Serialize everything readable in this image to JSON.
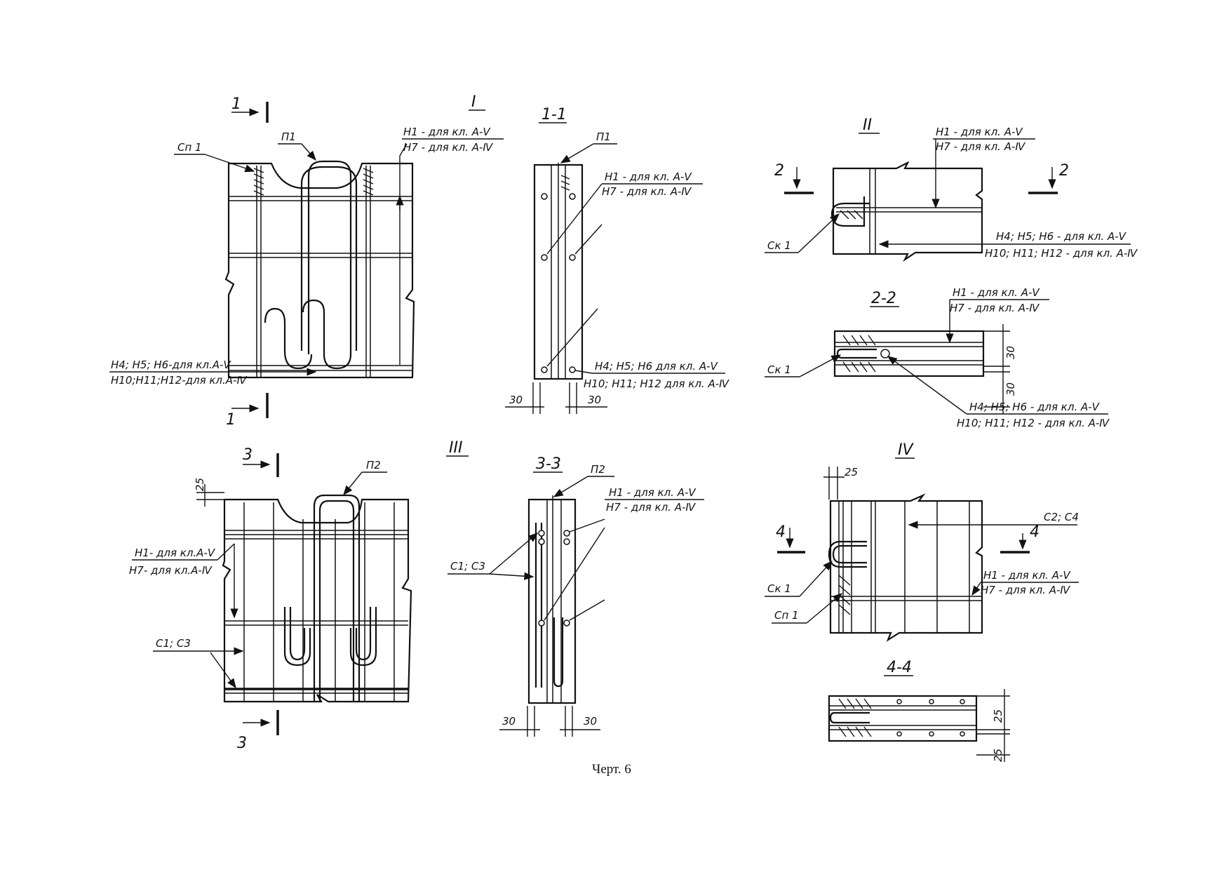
{
  "labels": {
    "view1": "I",
    "view2": "II",
    "view3": "III",
    "view4": "IV",
    "sec11": "1-1",
    "sec22": "2-2",
    "sec33": "3-3",
    "sec44": "4-4",
    "cut1": "1",
    "cut2": "2",
    "cut3": "3",
    "cut4": "4",
    "p1": "П1",
    "p2": "П2",
    "sp1": "Сп 1",
    "ck1": "Ск 1",
    "h1": "Н1 - для  кл. А-Ⅴ",
    "h7": "Н7 - для  кл. А-Ⅳ",
    "h1_short": "Н1- для кл.А-Ⅴ",
    "h7_short": "Н7- для кл.А-Ⅳ",
    "h456": "Н4; Н5; Н6 - для  кл. А-Ⅴ",
    "h101112": "Н10; Н11; Н12 - для  кл. А-Ⅳ",
    "h456_short": "Н4; Н5; Н6-для кл.А-Ⅴ",
    "h101112_short": "Н10;Н11;Н12-для кл.А-Ⅳ",
    "h456_sec": "Н4; Н5; Н6 для  кл. А-Ⅴ",
    "h101112_sec": "Н10; Н11; Н12 для  кл. А-Ⅳ",
    "c1c3": "С1; С3",
    "c2c4": "С2; С4",
    "d30": "30",
    "d25": "25"
  },
  "caption": "Черт. 6"
}
